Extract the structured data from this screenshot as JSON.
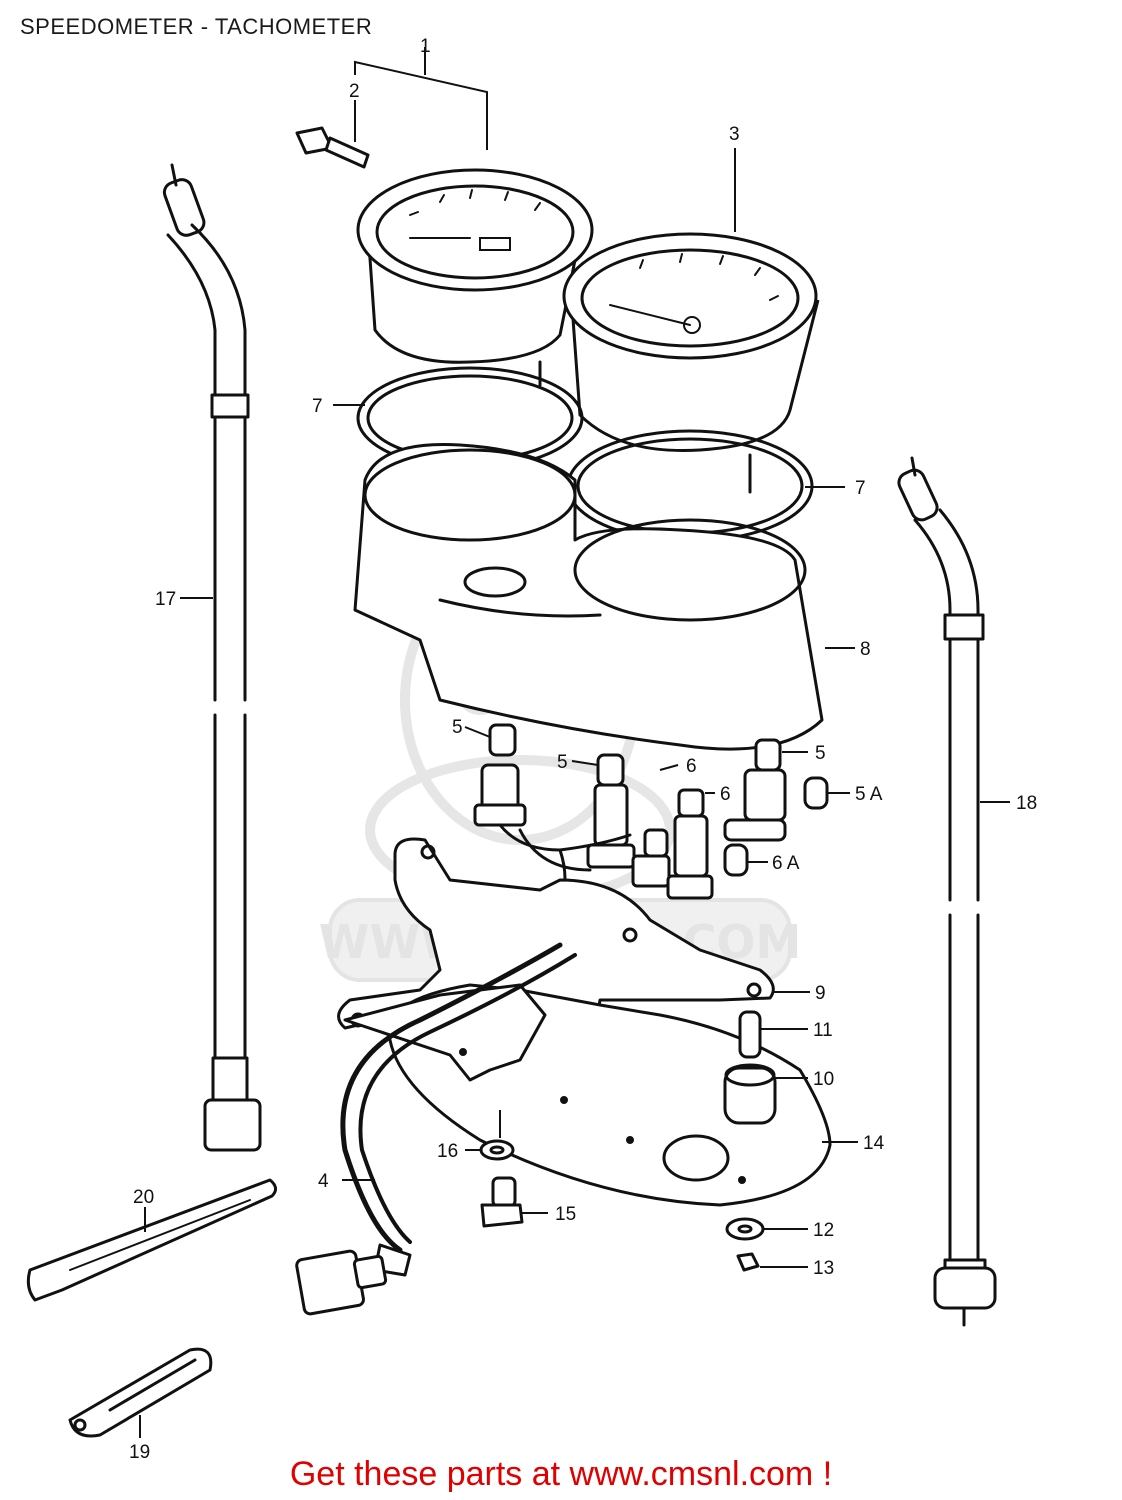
{
  "title": "SPEEDOMETER - TACHOMETER",
  "footer": {
    "text": "Get these parts at www.cmsnl.com !"
  },
  "watermark": {
    "text": "WWW.CMSNL.COM"
  },
  "callouts": {
    "c1": "1",
    "c2": "2",
    "c3": "3",
    "c4": "4",
    "c5a": "5",
    "c5b": "5",
    "c5c": "5",
    "c5A": "5 A",
    "c6a": "6",
    "c6b": "6",
    "c6A": "6 A",
    "c7a": "7",
    "c7b": "7",
    "c8": "8",
    "c9": "9",
    "c10": "10",
    "c11": "11",
    "c12": "12",
    "c13": "13",
    "c14": "14",
    "c15": "15",
    "c16": "16",
    "c17": "17",
    "c18": "18",
    "c19": "19",
    "c20": "20"
  },
  "colors": {
    "line": "#111111",
    "footer": "#e00000",
    "watermark": "#e4e4e4"
  }
}
